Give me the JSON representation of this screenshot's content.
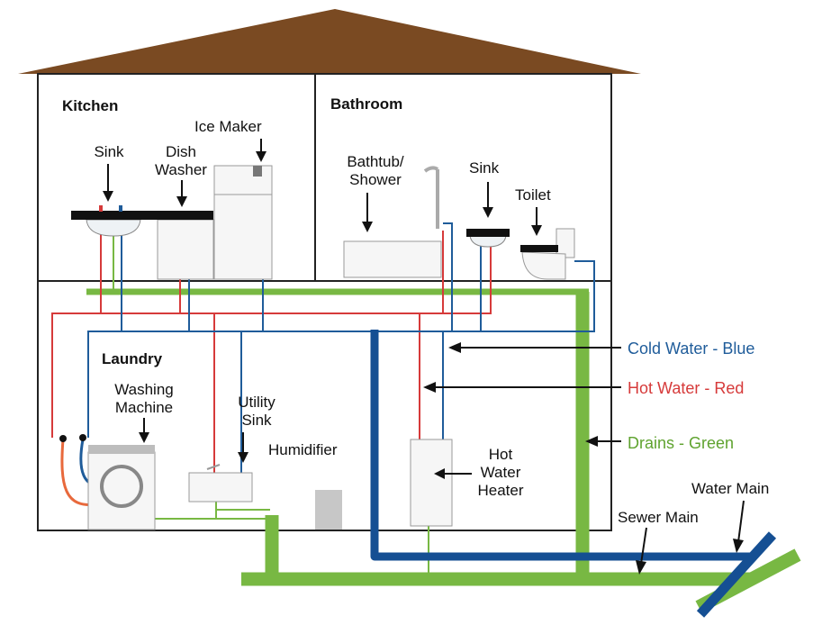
{
  "rooms": {
    "kitchen": "Kitchen",
    "bathroom": "Bathroom",
    "laundry": "Laundry"
  },
  "fixtures": {
    "kitchen_sink": "Sink",
    "dish_washer": "Dish\nWasher",
    "ice_maker": "Ice Maker",
    "bathtub_shower": "Bathtub/\nShower",
    "bath_sink": "Sink",
    "toilet": "Toilet",
    "washing_machine": "Washing\nMachine",
    "utility_sink": "Utility\nSink",
    "humidifier": "Humidifier",
    "hot_water_heater": "Hot\nWater\nHeater"
  },
  "legend": {
    "cold": "Cold Water - Blue",
    "hot": "Hot Water - Red",
    "drains": "Drains - Green"
  },
  "mains": {
    "water_main": "Water Main",
    "sewer_main": "Sewer Main"
  },
  "colors": {
    "cold": "#1f5c9a",
    "hot": "#d63a3a",
    "drain": "#78b843",
    "roof": "#7a4a22",
    "main_blue": "#154f93"
  }
}
